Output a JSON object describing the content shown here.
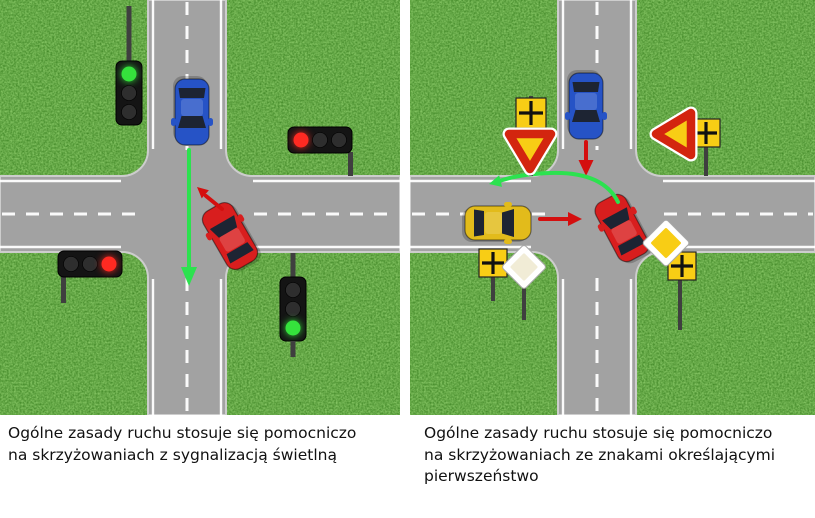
{
  "captions": {
    "left": "Ogólne zasady ruchu stosuje się pomocniczo\nna skrzyżowaniach z sygnalizacją świetlną",
    "right": "Ogólne zasady ruchu stosuje się pomocniczo\nna skrzyżowaniach ze znakami określającymi\npierwszeństwo"
  },
  "colors": {
    "grass": "#377e1e",
    "grass_light": "#58b832",
    "road": "#a2a2a2",
    "marking": "#ffffff",
    "pole": "#3f3f3f",
    "car_blue": "#2653c6",
    "car_red": "#d81e1e",
    "car_yellow": "#e2bb1b",
    "arrow_green": "#2ce24f",
    "arrow_red": "#d40f0f",
    "signal_green": "#35e23c",
    "signal_red": "#ff2a22",
    "sign_yellow": "#f8cd15",
    "sign_border_red": "#d3250f"
  },
  "left_scene": {
    "description": "crossroad intersection controlled by traffic lights",
    "signals": [
      {
        "position": "top-left",
        "orientation": "vertical",
        "lit": "green"
      },
      {
        "position": "right",
        "orientation": "horizontal",
        "lit": "red"
      },
      {
        "position": "bottom-left",
        "orientation": "horizontal",
        "lit": "red"
      },
      {
        "position": "bottom-right",
        "orientation": "vertical",
        "lit": "green"
      }
    ],
    "cars": [
      {
        "color": "blue",
        "heading": "south"
      },
      {
        "color": "red",
        "heading": "northwest"
      }
    ],
    "arrows": [
      {
        "color": "green",
        "from": "blue-car",
        "direction": "straight-south"
      },
      {
        "color": "red",
        "from": "red-car",
        "direction": "northwest"
      }
    ]
  },
  "right_scene": {
    "description": "crossroad intersection controlled by priority signs",
    "signs": [
      {
        "name": "crossroads-plate",
        "position": "top-left"
      },
      {
        "name": "yield-triangle",
        "position": "top-left"
      },
      {
        "name": "yield-triangle",
        "position": "right"
      },
      {
        "name": "crossroads-plate",
        "position": "right"
      },
      {
        "name": "crossroads-plate",
        "position": "bottom-left"
      },
      {
        "name": "priority-road-diamond",
        "position": "bottom-left",
        "variant": "pale"
      },
      {
        "name": "priority-road-diamond",
        "position": "bottom-right",
        "variant": "yellow"
      },
      {
        "name": "crossroads-plate",
        "position": "bottom-right"
      }
    ],
    "cars": [
      {
        "color": "blue",
        "heading": "south"
      },
      {
        "color": "yellow",
        "heading": "east"
      },
      {
        "color": "red",
        "heading": "northwest"
      }
    ],
    "arrows": [
      {
        "color": "red",
        "from": "blue-car",
        "direction": "south"
      },
      {
        "color": "red",
        "from": "yellow-car",
        "direction": "east"
      },
      {
        "color": "green",
        "from": "red-car",
        "direction": "curved-west"
      }
    ]
  }
}
